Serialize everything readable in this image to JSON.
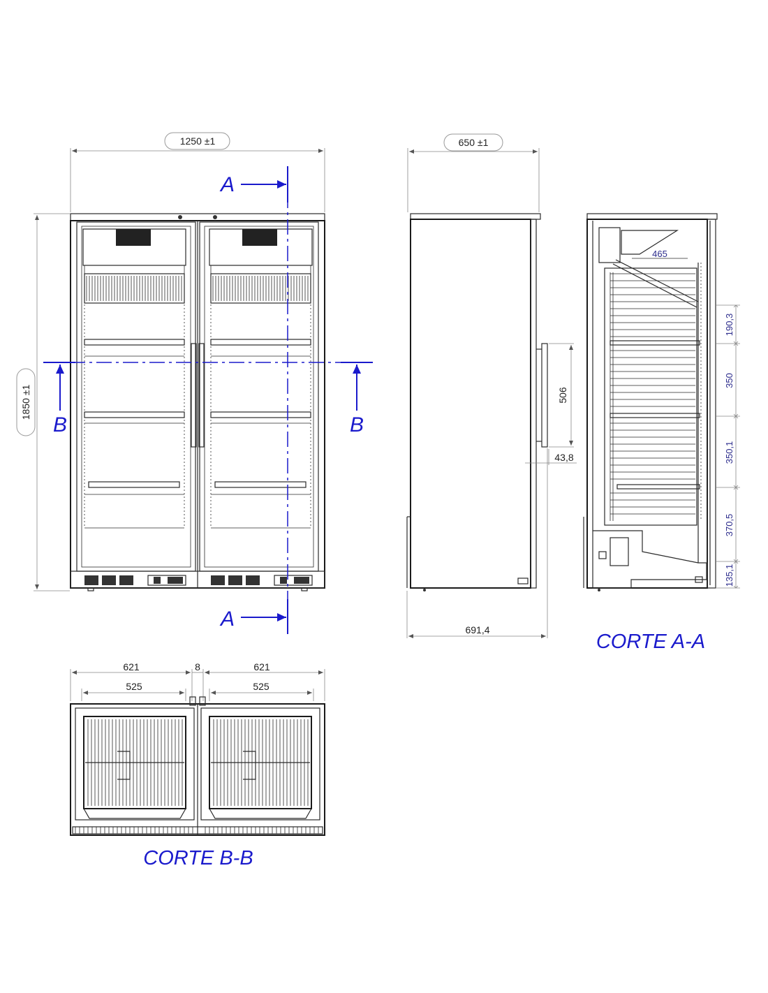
{
  "dimensions": {
    "overall_width": "1250 ±1",
    "overall_height": "1850 ±1",
    "side_depth": "650 ±1",
    "depth_with_handle": "691,4",
    "handle_length": "506",
    "handle_offset": "43,8",
    "shelf_depth": "465",
    "shelf_spacing": [
      "190,3",
      "350",
      "350,1",
      "370,5",
      "135,1"
    ],
    "compartment_width": "621",
    "gap": "8",
    "inner_width": "525"
  },
  "section_markers": {
    "a_top": "A",
    "a_bottom": "A",
    "b_left": "B",
    "b_right": "B"
  },
  "titles": {
    "section_a": "CORTE A-A",
    "section_b": "CORTE B-B"
  },
  "colors": {
    "annotation": "#1a1acc",
    "line": "#2a2a2a"
  }
}
